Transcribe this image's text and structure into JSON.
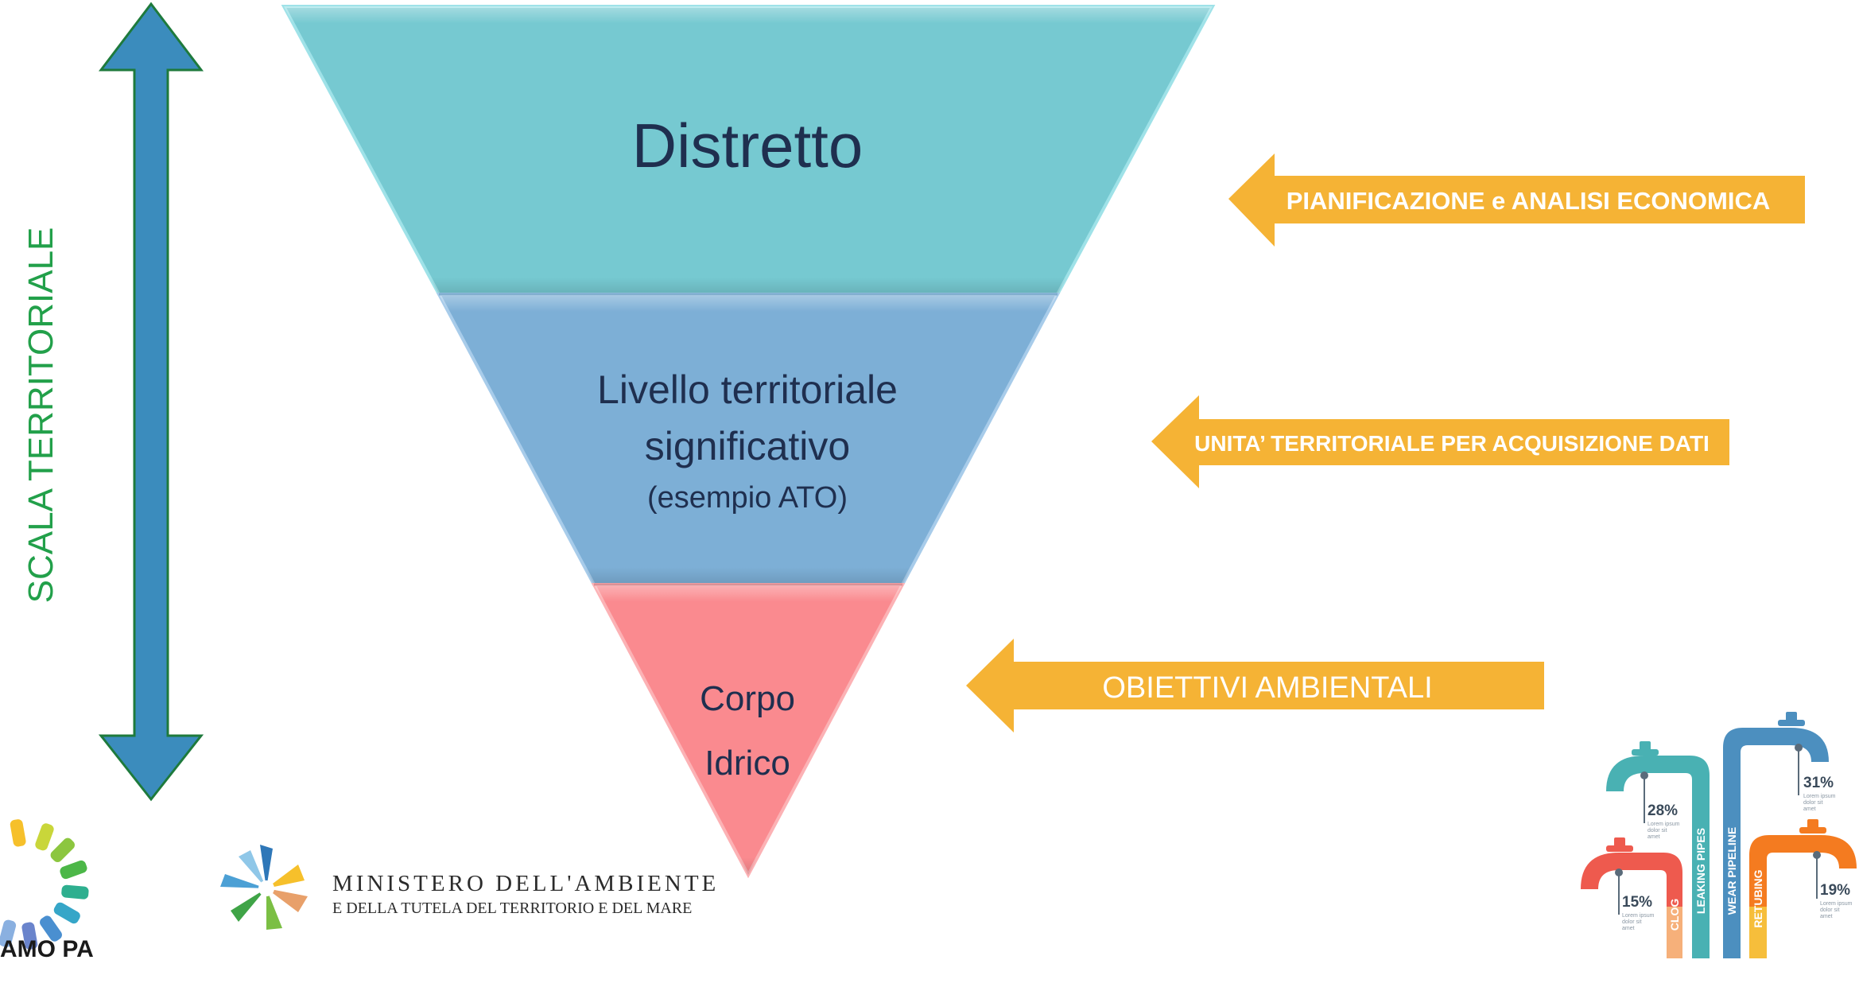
{
  "colors": {
    "distretto_fill": "#76C9D1",
    "livello_fill": "#7DAFD6",
    "corpo_fill": "#FA8A8F",
    "arrow_yellow": "#F5B335",
    "scale_arrow": "#3B8CBD",
    "scale_arrow_outline": "#1E7A3C",
    "scale_label": "#22A04A",
    "level_text": "#1F2F4F"
  },
  "scale": {
    "label": "SCALA TERRITORIALE"
  },
  "levels": {
    "distretto": {
      "label": "Distretto"
    },
    "livello": {
      "line1": "Livello territoriale",
      "line2": "significativo",
      "line3": "(esempio ATO)"
    },
    "corpo": {
      "line1": "Corpo",
      "line2": "Idrico"
    }
  },
  "arrows": {
    "pianificazione": "PIANIFICAZIONE e ANALISI ECONOMICA",
    "unita": "UNITA’ TERRITORIALE PER ACQUISIZIONE DATI",
    "obiettivi": "OBIETTIVI AMBIENTALI"
  },
  "logos": {
    "italiasicura": {
      "text": "AMO PA"
    },
    "ministero": {
      "line1": "MINISTERO DELL'AMBIENTE",
      "line2": "E DELLA TUTELA DEL TERRITORIO E DEL MARE"
    }
  },
  "taps": {
    "labels": [
      "CLOG",
      "LEAKING PIPES",
      "WEAR PIPELINE",
      "RETUBING"
    ],
    "percents": [
      "28%",
      "31%",
      "15%",
      "19%"
    ],
    "placeholder": [
      "Lorem ipsum",
      "dolor sit",
      "amet"
    ],
    "colors": [
      "#49B1B3",
      "#4C8FBF",
      "#EE5A4E",
      "#F47B20",
      "#F6BE3B",
      "#7AC4C0"
    ]
  }
}
